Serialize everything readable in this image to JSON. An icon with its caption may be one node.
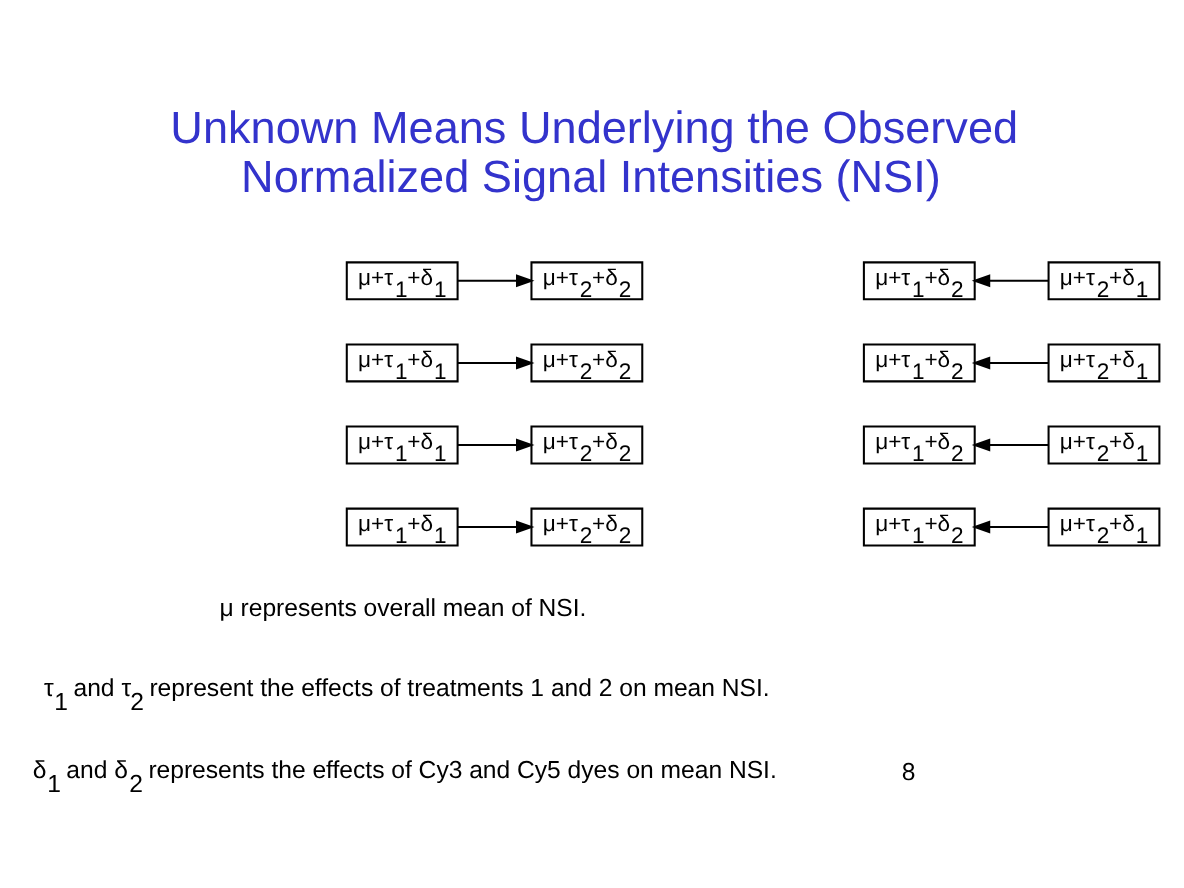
{
  "diagram": {
    "title": "Unknown Means Underlying the Observed Normalized Signal Intensities (NSI)",
    "nodes": [
      {
        "text": [
          "μ+τ$_{1}$+δ$_{1}$"
        ]
      },
      {
        "text": [
          "μ+τ$_{2}$+δ$_{2}$"
        ]
      },
      {
        "text": [
          "μ+τ$_{1}$+δ$_{2}$"
        ]
      },
      {
        "text": [
          "μ+τ$_{2}$+δ$_{1}$"
        ]
      },
      {
        "text": [
          "μ+τ$_{1}$+δ$_{1}$"
        ]
      },
      {
        "text": [
          "μ+τ$_{2}$+δ$_{2}$"
        ]
      },
      {
        "text": [
          "μ+τ$_{1}$+δ$_{2}$"
        ]
      },
      {
        "text": [
          "μ+τ$_{2}$+δ$_{1}$"
        ]
      },
      {
        "text": [
          "μ+τ$_{1}$+δ$_{1}$"
        ]
      },
      {
        "text": [
          "μ+τ$_{2}$+δ$_{2}$"
        ]
      },
      {
        "text": [
          "μ+τ$_{1}$+δ$_{2}$"
        ]
      },
      {
        "text": [
          "μ+τ$_{2}$+δ$_{1}$"
        ]
      },
      {
        "text": [
          "μ+τ$_{1}$+δ$_{1}$"
        ]
      },
      {
        "text": [
          "μ+τ$_{2}$+δ$_{2}$"
        ]
      },
      {
        "text": [
          "μ+τ$_{1}$+δ$_{2}$"
        ]
      },
      {
        "text": [
          "μ+τ$_{2}$+δ$_{1}$"
        ]
      }
    ],
    "edges": [
      {
        "from": 0,
        "to": 1,
        "arrow": "to"
      },
      {
        "from": 3,
        "to": 2,
        "arrow": "to"
      },
      {
        "from": 4,
        "to": 5,
        "arrow": "to"
      },
      {
        "from": 7,
        "to": 6,
        "arrow": "to"
      },
      {
        "from": 8,
        "to": 9,
        "arrow": "to"
      },
      {
        "from": 11,
        "to": 10,
        "arrow": "to"
      },
      {
        "from": 12,
        "to": 13,
        "arrow": "to"
      },
      {
        "from": 15,
        "to": 14,
        "arrow": "to"
      }
    ],
    "labels": [
      "μ represents overall mean of NSI.",
      "τ$_{1}$ and τ$_{2}$ represent the effects of treatments 1 and 2 on mean NSI.",
      "δ$_{1}$ and δ$_{2}$ represents the effects of Cy3 and Cy5 dyes on mean NSI.",
      "8"
    ]
  }
}
